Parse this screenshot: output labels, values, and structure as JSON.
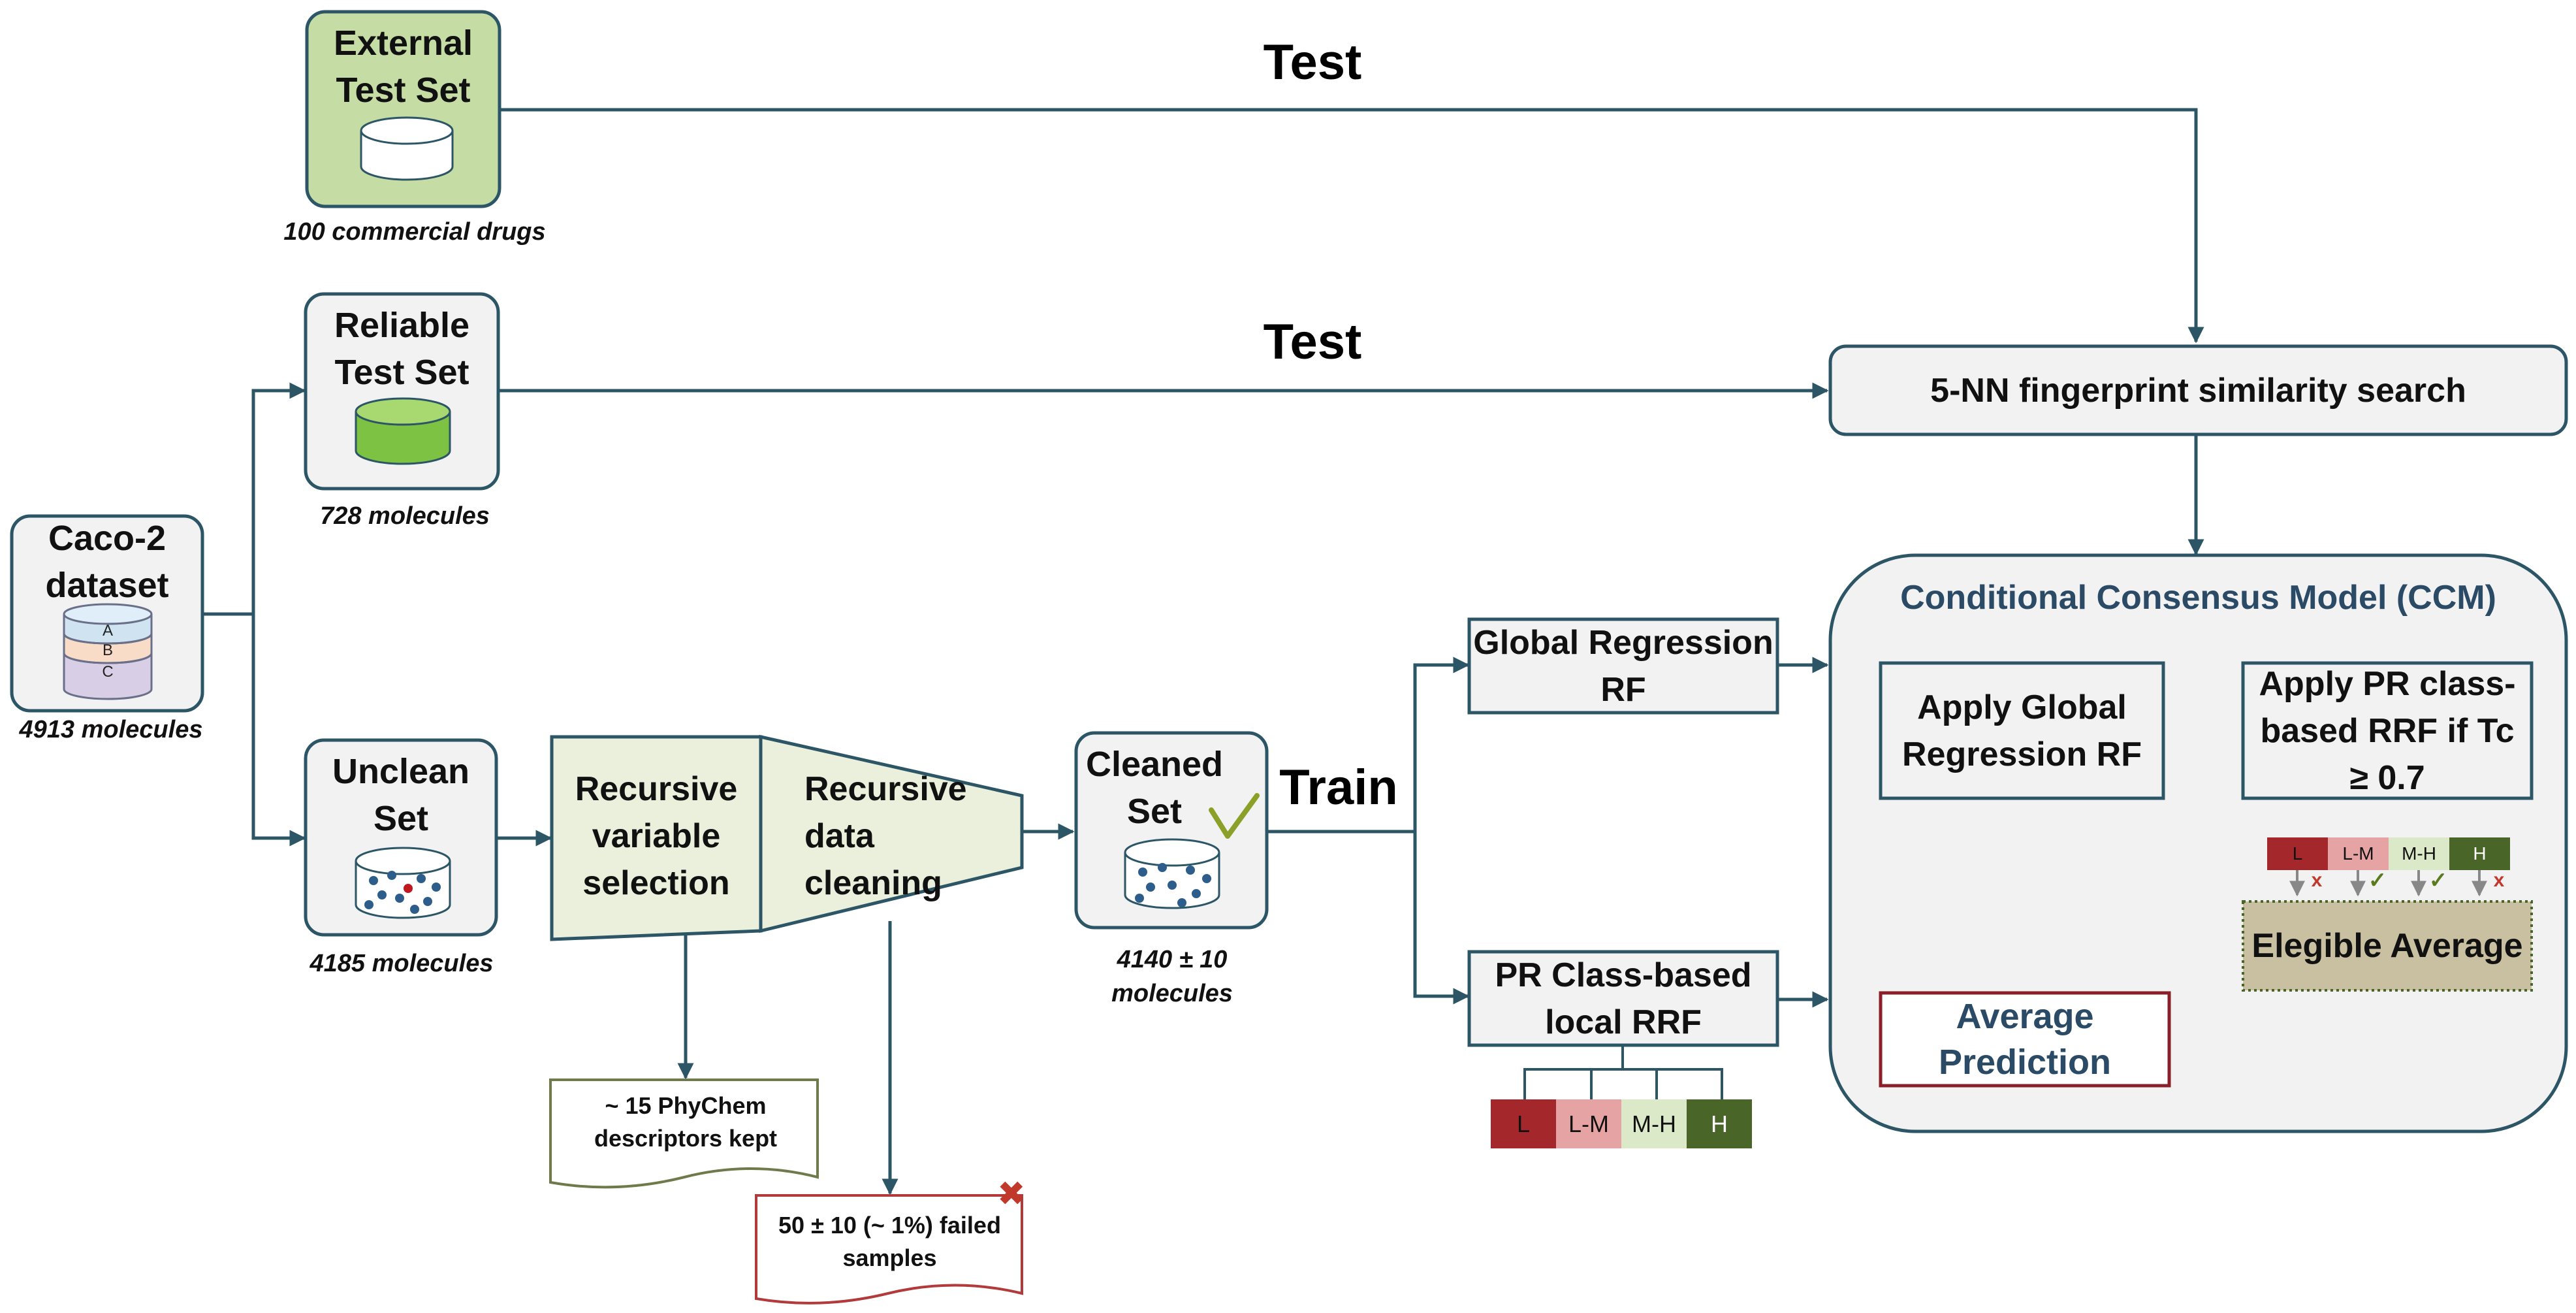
{
  "external_test_set": {
    "title": "External Test Set",
    "caption": "100 commercial drugs"
  },
  "reliable_test_set": {
    "title": "Reliable Test Set",
    "caption": "728  molecules"
  },
  "caco2_dataset": {
    "title": "Caco-2 dataset",
    "caption": "4913 molecules",
    "layers": [
      "A",
      "B",
      "C"
    ]
  },
  "unclean_set": {
    "title": "Unclean Set",
    "caption": "4185 molecules"
  },
  "variable_selection": {
    "title": "Recursive variable selection"
  },
  "data_cleaning": {
    "title": "Recursive data cleaning"
  },
  "descriptors_kept": {
    "text": "~ 15 PhyChem descriptors kept"
  },
  "failed_samples": {
    "text": "50 ± 10 (~ 1%) failed samples"
  },
  "cleaned_set": {
    "title": "Cleaned Set",
    "caption": "4140 ± 10 molecules"
  },
  "labels": {
    "test_top": "Test",
    "test_mid": "Test",
    "train": "Train"
  },
  "similarity_search": {
    "title": "5-NN fingerprint similarity search"
  },
  "global_rf": {
    "title": "Global Regression RF"
  },
  "pr_rrf": {
    "title": "PR Class-based local RRF",
    "classes": [
      "L",
      "L-M",
      "M-H",
      "H"
    ]
  },
  "ccm": {
    "title": "Conditional Consensus Model (CCM)",
    "apply_global": "Apply Global Regression RF",
    "apply_pr": "Apply PR class-based RRF if Tc ≥ 0.7",
    "classes": [
      "L",
      "L-M",
      "M-H",
      "H"
    ],
    "marks": [
      "x",
      "✓",
      "✓",
      "x"
    ],
    "elegible_average": "Elegible Average",
    "average_prediction": "Average Prediction"
  },
  "colors": {
    "line": "#2c5566",
    "box_fill": "#f2f2f2",
    "external_fill": "#c5dca4",
    "trapezoid_fill": "#eaf0dc",
    "elegible_fill": "#c8c0a0",
    "class_L": "#a3272b",
    "class_LM": "#e6a3a3",
    "class_MH": "#dce9c8",
    "class_H": "#4a6528",
    "accent_red": "#c0392b",
    "accent_green": "#5a7a1e",
    "ccm_title": "#2a4a66"
  }
}
